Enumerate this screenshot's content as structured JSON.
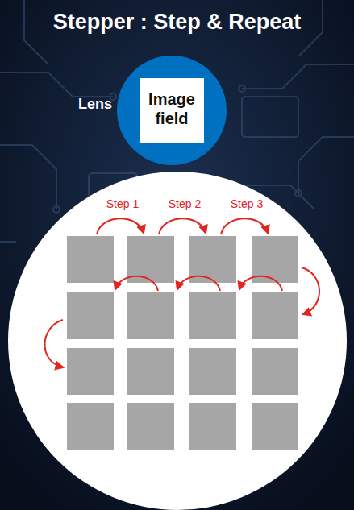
{
  "diagram": {
    "title": "Stepper : Step & Repeat",
    "nodes": [
      {
        "text": [
          "Lens"
        ]
      },
      {
        "text": [
          "Image field"
        ],
        "in": 0
      }
    ],
    "labels": [
      "Step 1",
      "Step 2",
      "Step 3"
    ]
  }
}
